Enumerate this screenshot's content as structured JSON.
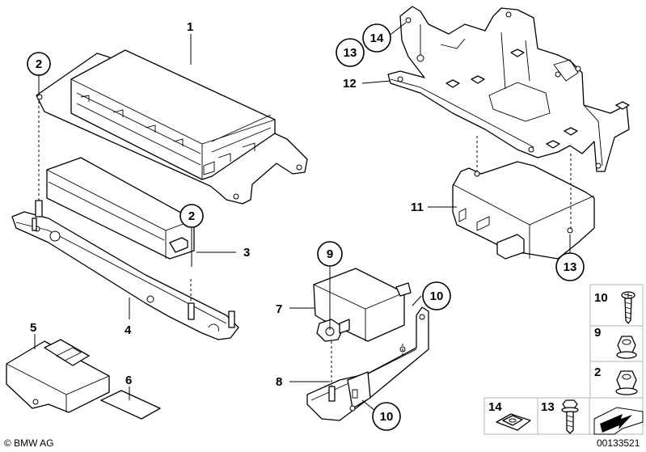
{
  "callouts": {
    "c1": "1",
    "c2a": "2",
    "c2b": "2",
    "c3": "3",
    "c4": "4",
    "c5": "5",
    "c6": "6",
    "c7": "7",
    "c8": "8",
    "c9": "9",
    "c10a": "10",
    "c10b": "10",
    "c11": "11",
    "c12": "12",
    "c13a": "13",
    "c13b": "13",
    "c14": "14"
  },
  "legend": {
    "item10": "10",
    "item9": "9",
    "item2": "2",
    "item14": "14",
    "item13": "13"
  },
  "copyright": "© BMW AG",
  "diagram_id": "00133521"
}
